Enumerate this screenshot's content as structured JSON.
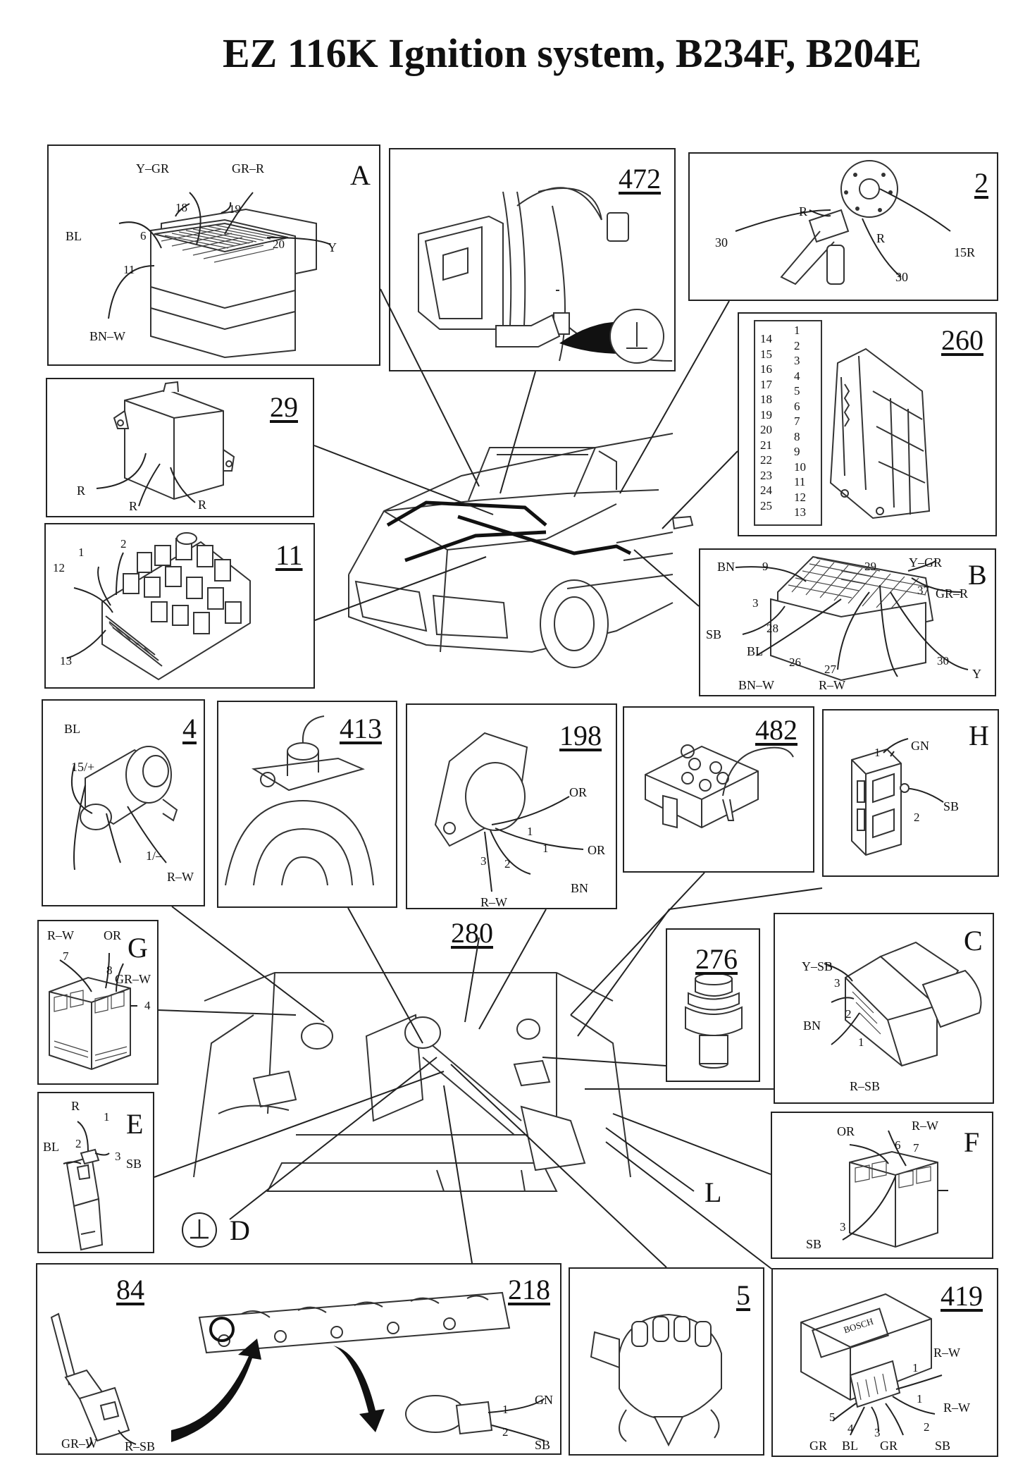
{
  "title": "EZ 116K Ignition system, B234F, B204E",
  "panels": {
    "A": {
      "letter": "A",
      "wires": {
        "ygr": "Y–GR",
        "grr": "GR–R",
        "bl": "BL",
        "y": "Y",
        "bnw": "BN–W"
      },
      "pins": {
        "p18": "18",
        "p19": "19",
        "p6": "6",
        "p20": "20",
        "p11": "11"
      }
    },
    "p472": {
      "number": "472"
    },
    "p2": {
      "number": "2",
      "wires": {
        "r1": "R",
        "r2": "R",
        "t30a": "30",
        "t30b": "30",
        "t15r": "15R"
      }
    },
    "p260": {
      "number": "260",
      "left_pins": [
        "14",
        "15",
        "16",
        "17",
        "18",
        "19",
        "20",
        "21",
        "22",
        "23",
        "24",
        "25"
      ],
      "right_pins": [
        "1",
        "2",
        "3",
        "4",
        "5",
        "6",
        "7",
        "8",
        "9",
        "10",
        "11",
        "12",
        "13"
      ]
    },
    "p29": {
      "number": "29",
      "wires": {
        "r1": "R",
        "r2": "R",
        "r3": "R"
      }
    },
    "p11": {
      "number": "11",
      "pins": {
        "p1": "1",
        "p2": "2",
        "p12": "12",
        "p13": "13"
      }
    },
    "B": {
      "letter": "B",
      "wires": {
        "bn": "BN",
        "ygr": "Y–GR",
        "grr": "GR–R",
        "sb": "SB",
        "bl": "BL",
        "bnw": "BN–W",
        "rw": "R–W",
        "y": "Y"
      },
      "pins": {
        "p9": "9",
        "p29": "29",
        "p37": "37",
        "p3": "3",
        "p28": "28",
        "p26": "26",
        "p27": "27",
        "p30": "30"
      }
    },
    "p4": {
      "number": "4",
      "wires": {
        "bl": "BL",
        "t15": "15/+",
        "t1": "1/–",
        "rw": "R–W"
      }
    },
    "p413": {
      "number": "413"
    },
    "p198": {
      "number": "198",
      "wires": {
        "or1": "OR",
        "or2": "OR",
        "bn": "BN",
        "rw": "R–W"
      },
      "pins": {
        "p1a": "1",
        "p1b": "1",
        "p2": "2",
        "p3": "3"
      }
    },
    "p482": {
      "number": "482"
    },
    "H": {
      "letter": "H",
      "wires": {
        "gn": "GN",
        "sb": "SB"
      },
      "pins": {
        "p1": "1",
        "p2": "2"
      }
    },
    "G": {
      "letter": "G",
      "wires": {
        "rw": "R–W",
        "or": "OR",
        "grw": "GR–W"
      },
      "pins": {
        "p7": "7",
        "p8": "8",
        "p4": "4"
      }
    },
    "p276": {
      "number": "276"
    },
    "C": {
      "letter": "C",
      "wires": {
        "ysb": "Y–SB",
        "bn": "BN",
        "rsb": "R–SB"
      },
      "pins": {
        "p3": "3",
        "p2": "2",
        "p1": "1"
      }
    },
    "E": {
      "letter": "E",
      "wires": {
        "r": "R",
        "bl": "BL",
        "sb": "SB"
      },
      "pins": {
        "p1": "1",
        "p2": "2",
        "p3": "3"
      }
    },
    "F": {
      "letter": "F",
      "wires": {
        "or": "OR",
        "rw": "R–W",
        "sb": "SB"
      },
      "pins": {
        "p6": "6",
        "p7": "7",
        "p3": "3"
      }
    },
    "p84_218": {
      "number_left": "84",
      "number_right": "218",
      "wires": {
        "grw": "GR–W",
        "rsb": "R–SB",
        "gn": "GN",
        "sb": "SB"
      },
      "pins": {
        "p1": "1",
        "p2": "2"
      }
    },
    "p5": {
      "number": "5"
    },
    "p419": {
      "number": "419",
      "brand": "BOSCH",
      "wires": {
        "rw1": "R–W",
        "rw2": "R–W",
        "gr1": "GR",
        "bl": "BL",
        "gr2": "GR",
        "sb": "SB"
      },
      "pins": {
        "p1a": "1",
        "p1b": "1",
        "p5": "5",
        "p4": "4",
        "p3": "3",
        "p2": "2"
      }
    }
  },
  "free_labels": {
    "p280": "280",
    "L": "L",
    "D": "D"
  }
}
